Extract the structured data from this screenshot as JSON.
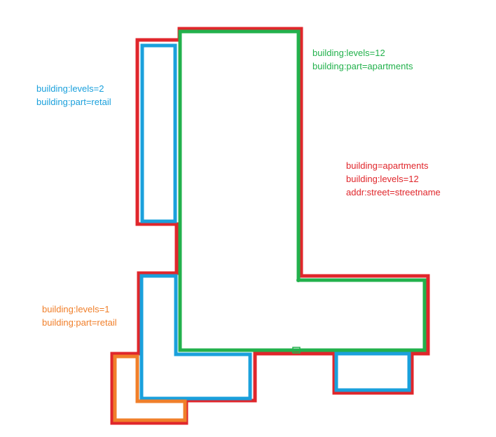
{
  "colors": {
    "building_outline": "#e0262b",
    "apartments_part": "#22b14c",
    "retail_part_2": "#1aa0dc",
    "retail_part_1": "#f07f2a",
    "background": "#ffffff"
  },
  "labels": {
    "apartments_part": {
      "levels": "building:levels=12",
      "part": "building:part=apartments"
    },
    "retail_part_2": {
      "levels": "building:levels=2",
      "part": "building:part=retail"
    },
    "building": {
      "type": "building=apartments",
      "levels": "building:levels=12",
      "street": "addr:street=streetname"
    },
    "retail_part_1": {
      "levels": "building:levels=1",
      "part": "building:part=retail"
    }
  }
}
